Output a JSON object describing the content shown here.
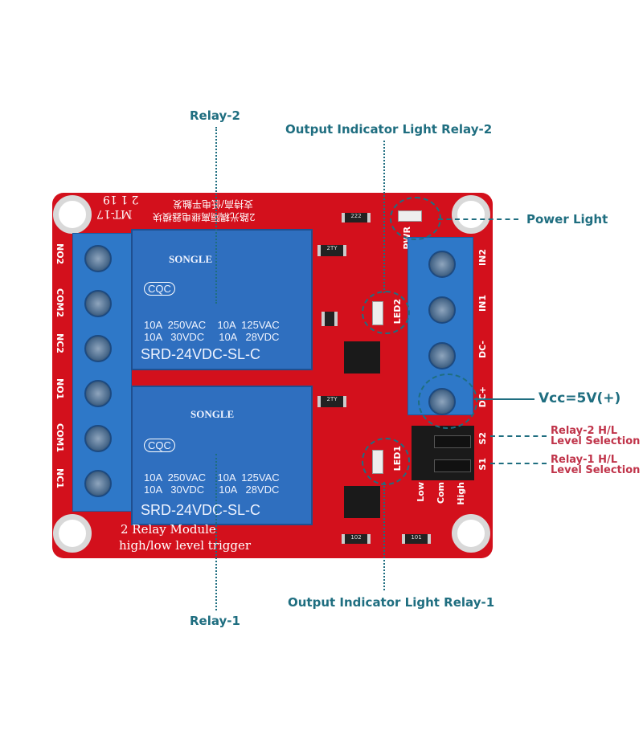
{
  "callouts": {
    "relay2": "Relay-2",
    "relay1": "Relay-1",
    "led_relay2": "Output Indicator Light Relay-2",
    "led_relay1": "Output Indicator Light Relay-1",
    "power_light": "Power Light",
    "vcc": "Vcc=5V(+)",
    "relay2_level": [
      "Relay-2 H/L",
      "Level Selection"
    ],
    "relay1_level": [
      "Relay-1 H/L",
      "Level Selection"
    ]
  },
  "board": {
    "title_line1": "2 Relay  Module",
    "title_line2": "high/low level trigger",
    "model": "MT-17",
    "date": "2 1 19",
    "chinese_line1": "2路光耦隔离继电器模块",
    "chinese_line2": "支持高/低电平触发",
    "left_terminals": [
      "NO2",
      "COM2",
      "NC2",
      "NO1",
      "COM1",
      "NC1"
    ],
    "right_terminals": [
      "IN2",
      "IN1",
      "DC-",
      "DC+"
    ],
    "jumper_rows": [
      "S2",
      "S1"
    ],
    "jumper_cols": [
      "Low",
      "Com",
      "High"
    ],
    "leds": [
      "LED2",
      "LED1",
      "PWR"
    ],
    "smd_codes": [
      "222",
      "102",
      "2TY",
      "101"
    ]
  },
  "relays": [
    {
      "brand": "SONGLE",
      "cert": "CQC",
      "rating_line1": "10A  250VAC    10A  125VAC",
      "rating_line2": "10A   30VDC     10A   28VDC",
      "model": "SRD-24VDC-SL-C"
    },
    {
      "brand": "SONGLE",
      "cert": "CQC",
      "rating_line1": "10A  250VAC    10A  125VAC",
      "rating_line2": "10A   30VDC     10A   28VDC",
      "model": "SRD-24VDC-SL-C"
    }
  ]
}
